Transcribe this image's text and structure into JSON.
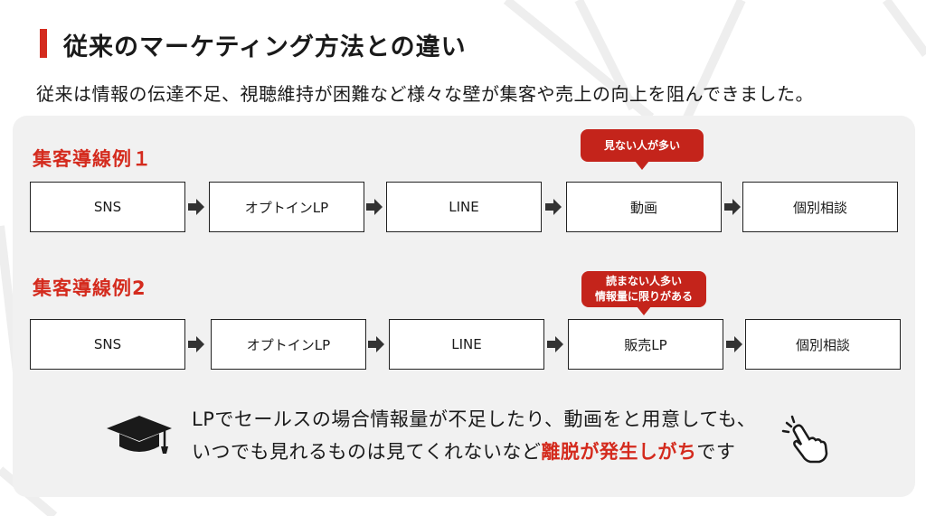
{
  "header": {
    "title": "従来のマーケティング方法との違い",
    "subtitle": "従来は情報の伝達不足、視聴維持が困難など様々な壁が集客や売上の向上を阻んできました。"
  },
  "example1": {
    "label": "集客導線例１",
    "steps": [
      "SNS",
      "オプトインLP",
      "LINE",
      "動画",
      "個別相談"
    ],
    "callout": {
      "lines": [
        "見ない人が多い"
      ]
    }
  },
  "example2": {
    "label": "集客導線例2",
    "steps": [
      "SNS",
      "オプトインLP",
      "LINE",
      "販売LP",
      "個別相談"
    ],
    "callout": {
      "lines": [
        "読まない人多い",
        "情報量に限りがある"
      ]
    }
  },
  "conclusion": {
    "line1": "LPでセールスの場合情報量が不足したり、動画をと用意しても、",
    "line2_prefix": "いつでも見れるものは見てくれないなど",
    "line2_highlight": "離脱が発生しがち",
    "line2_suffix": "です"
  },
  "icons": {
    "left": "graduation-cap-icon",
    "right": "pointing-hand-icon",
    "flow_arrow": "arrow-right-icon"
  },
  "colors": {
    "accent": "#d42b1e",
    "callout": "#c4241b",
    "panel": "#f1f1f1"
  }
}
